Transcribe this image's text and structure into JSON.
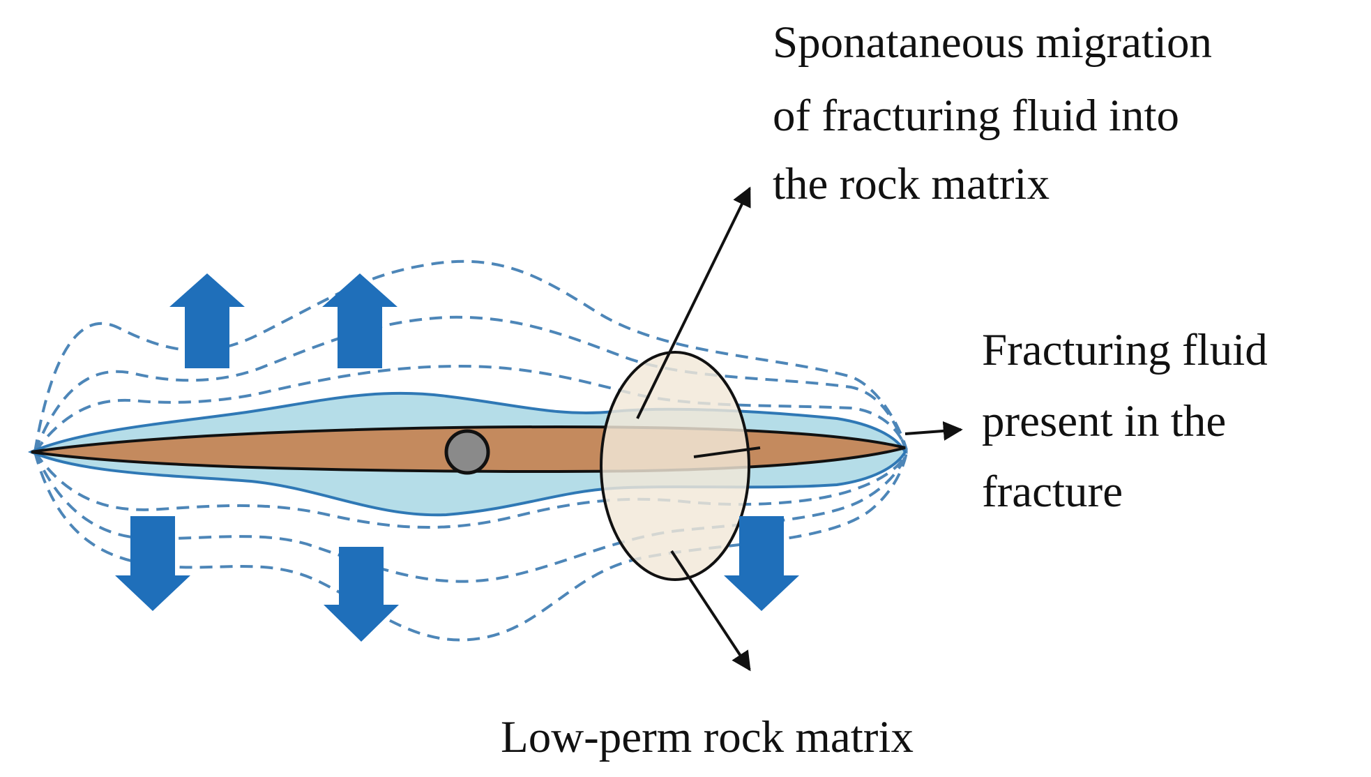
{
  "labels": {
    "spontaneous_migration": [
      "Sponataneous migration",
      "of fracturing fluid into",
      "the rock matrix"
    ],
    "fluid_in_fracture": [
      "Fracturing fluid",
      "present in the",
      "fracture"
    ],
    "rock_matrix": "Low-perm rock matrix"
  },
  "colors": {
    "fracture_fill": "#c48a5e",
    "fluid_zone_fill": "#b5dde8",
    "fluid_zone_outline": "#2f78b5",
    "dashed_lines": "#4d86b8",
    "stress_arrows": "#1f6fba",
    "matrix_ellipse_fill": "#f1e8d8",
    "wellbore_fill": "#8a8a8a",
    "pointer_arrows": "#111111"
  },
  "icons": {
    "stress_arrow_up": "arrow-up-icon",
    "stress_arrow_down": "arrow-down-icon"
  }
}
